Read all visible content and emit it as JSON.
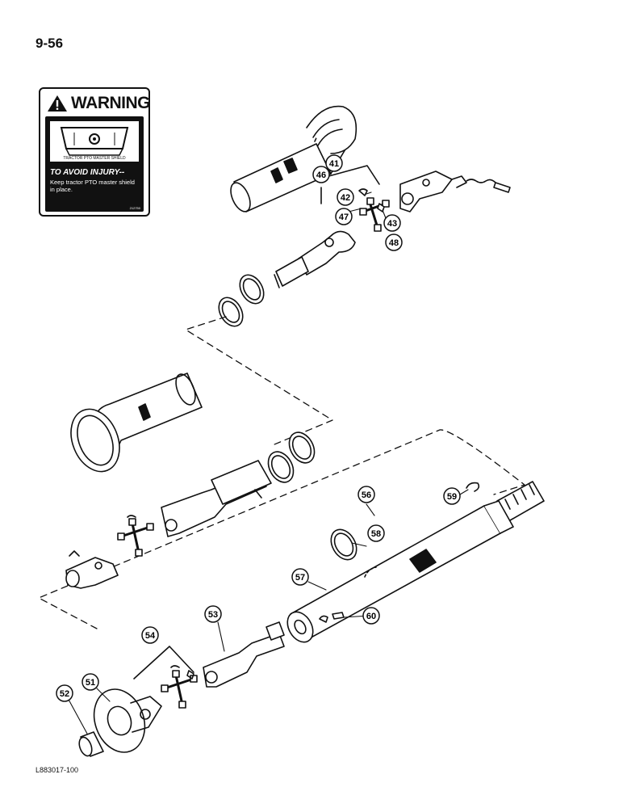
{
  "page": {
    "number": "9-56",
    "doc_code": "L883017-100"
  },
  "warning_decal": {
    "title": "WARNING",
    "picture_caption": "TRACTOR PTO MASTER SHIELD",
    "heading": "TO AVOID INJURY--",
    "text": "Keep tractor PTO master shield in place.",
    "code": "212750"
  },
  "callouts": {
    "c41": "41",
    "c42": "42",
    "c43": "43",
    "c46": "46",
    "c47": "47",
    "c48": "48",
    "c51": "51",
    "c52": "52",
    "c53": "53",
    "c54": "54",
    "c56": "56",
    "c57": "57",
    "c58": "58",
    "c59": "59",
    "c60": "60"
  }
}
